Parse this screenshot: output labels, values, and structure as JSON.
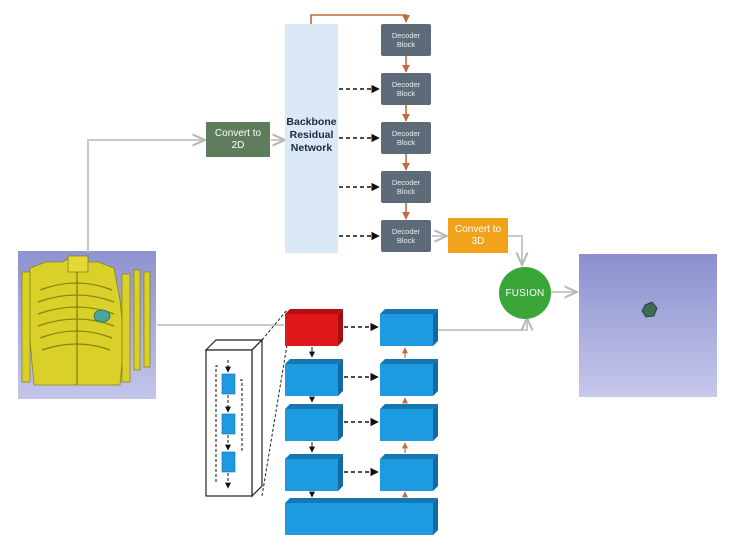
{
  "diagram": {
    "convert_2d_label": "Convert to\n2D",
    "convert_3d_label": "Convert to\n3D",
    "backbone_label": "Backbone\nResidual\nNetwork",
    "decoder_blocks": [
      {
        "label": "Decoder\nBlock"
      },
      {
        "label": "Decoder\nBlock"
      },
      {
        "label": "Decoder\nBlock"
      },
      {
        "label": "Decoder\nBlock"
      },
      {
        "label": "Decoder\nBlock"
      }
    ],
    "fusion_label": "FUSION",
    "colors": {
      "convert_2d": "#5f7d5d",
      "convert_3d": "#f0a21b",
      "backbone": "#dbe8f7",
      "decoder": "#5d6b79",
      "fusion": "#3aa637",
      "unet_block": "#1e9be0",
      "unet_top": "#e0171b",
      "connector": "#b0b0b0",
      "decoder_arrow": "#c26a3a",
      "skeleton": "#d8cf2a",
      "output_bg_top": "#8b8fcd",
      "output_bg_bottom": "#c4c6ea"
    }
  }
}
